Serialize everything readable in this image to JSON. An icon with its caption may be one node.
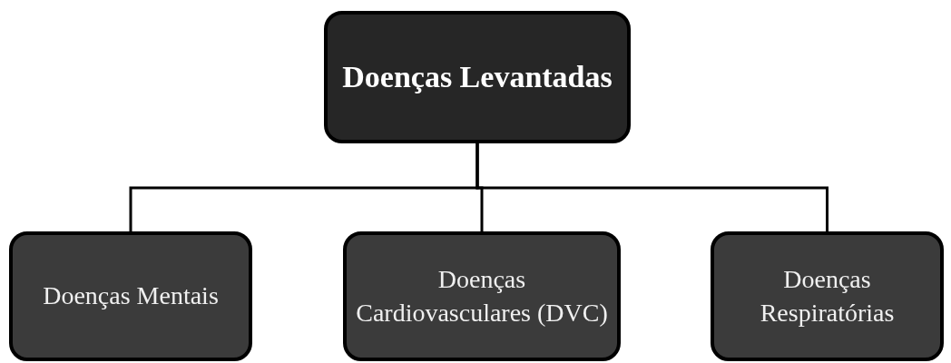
{
  "diagram": {
    "nodes": [
      {
        "text": [
          "Doenças Levantadas"
        ]
      },
      {
        "text": [
          "Doenças Mentais"
        ]
      },
      {
        "text": [
          "Doenças Cardiovasculares (DVC)"
        ]
      },
      {
        "text": [
          "Doenças Respiratórias"
        ]
      }
    ],
    "edges": [
      {
        "from": 0,
        "to": 1,
        "arrow": "none"
      },
      {
        "from": 0,
        "to": 2,
        "arrow": "none"
      },
      {
        "from": 0,
        "to": 3,
        "arrow": "none"
      }
    ]
  }
}
